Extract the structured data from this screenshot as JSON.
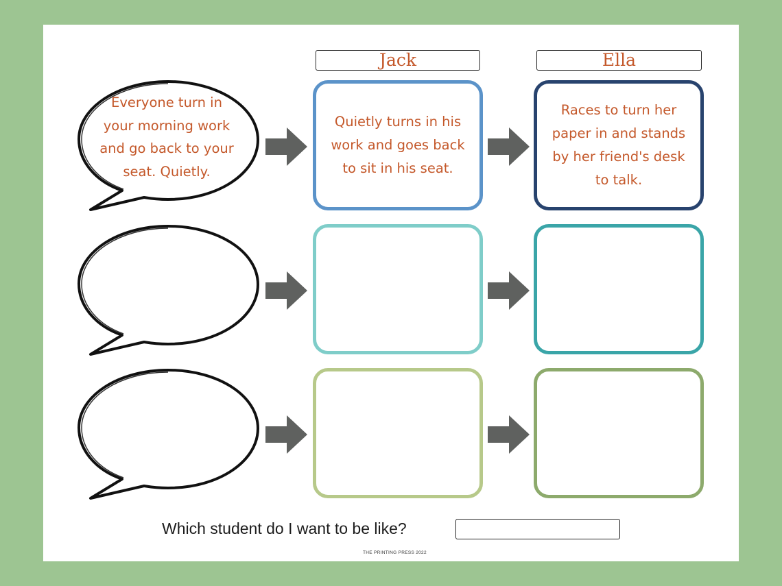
{
  "students": [
    "Jack",
    "Ella"
  ],
  "rows": [
    {
      "prompt": "Everyone turn in\nyour morning work\nand go back to your\nseat. Quietly.",
      "jack": "Quietly turns in his\nwork and goes back\nto sit in his seat.",
      "ella": "Races to turn her\npaper in and stands\nby her friend's desk\nto talk.",
      "colors": {
        "jack": "#5b93c9",
        "ella": "#28436e"
      }
    },
    {
      "prompt": "",
      "jack": "",
      "ella": "",
      "colors": {
        "jack": "#7fcdc9",
        "ella": "#3aa5a8"
      }
    },
    {
      "prompt": "",
      "jack": "",
      "ella": "",
      "colors": {
        "jack": "#b7c98a",
        "ella": "#8daa6c"
      }
    }
  ],
  "question": "Which student do I want to be like?",
  "credit": "THE PRINTING PRESS 2022",
  "colors": {
    "background": "#9dc592",
    "text_accent": "#c4582a",
    "arrow": "#5f615f"
  }
}
